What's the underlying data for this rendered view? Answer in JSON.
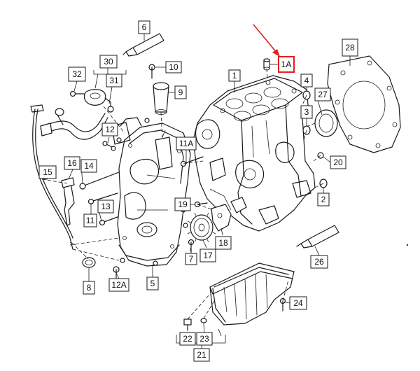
{
  "labels": {
    "l1": "1",
    "l1A": "1A",
    "l2": "2",
    "l3": "3",
    "l4": "4",
    "l5": "5",
    "l6": "6",
    "l7": "7",
    "l8": "8",
    "l9": "9",
    "l10": "10",
    "l11": "11",
    "l11A": "11A",
    "l12": "12",
    "l12A": "12A",
    "l13": "13",
    "l14": "14",
    "l15": "15",
    "l16": "16",
    "l17": "17",
    "l18": "18",
    "l19": "19",
    "l20": "20",
    "l21": "21",
    "l22": "22",
    "l23": "23",
    "l24": "24",
    "l26": "26",
    "l27": "27",
    "l28": "28",
    "l30": "30",
    "l31": "31",
    "l32": "32"
  },
  "colors": {
    "highlight": "#e0201c",
    "line": "#1a1a1a",
    "background": "#ffffff"
  }
}
